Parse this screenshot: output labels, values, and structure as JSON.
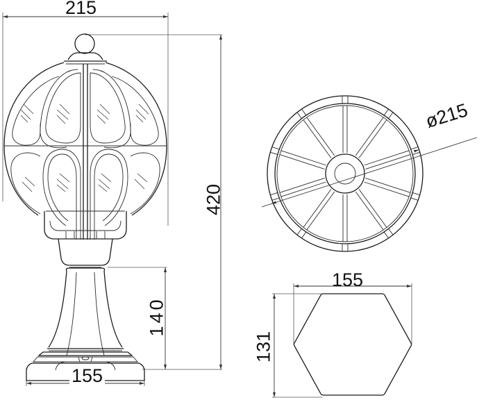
{
  "drawing": {
    "title": "Garden lamp dimension drawing",
    "units": "mm",
    "colors": {
      "line": "#1a1a1a",
      "dimension": "#333333",
      "background": "#ffffff"
    }
  },
  "front_view": {
    "dimensions": {
      "width_top": "215",
      "height_total": "420",
      "height_base": "140",
      "width_base": "155"
    }
  },
  "top_view": {
    "spoke_count": 10,
    "dimensions": {
      "diameter": "ø215",
      "diameter_symbol": "ø",
      "diameter_value": "215"
    }
  },
  "base_view": {
    "shape": "hexagon",
    "dimensions": {
      "width": "155",
      "height": "131"
    }
  }
}
